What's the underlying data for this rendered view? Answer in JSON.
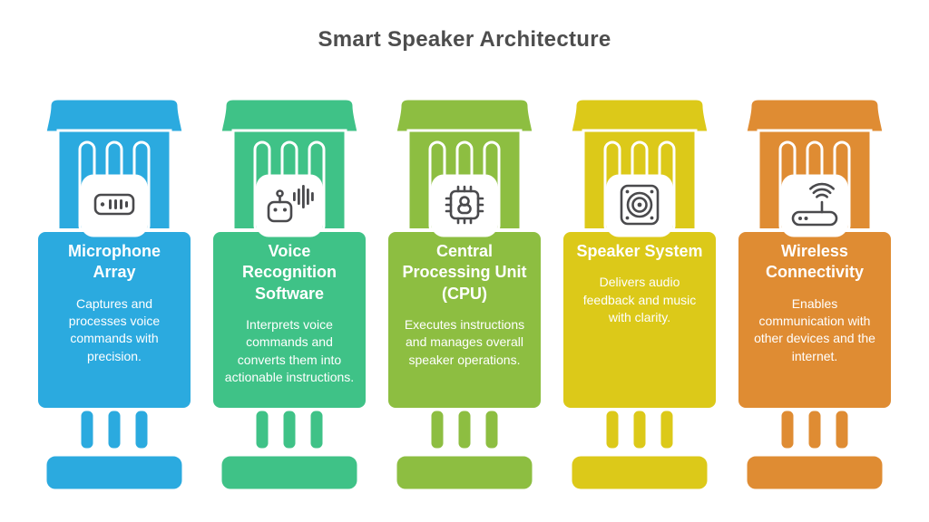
{
  "title": "Smart Speaker Architecture",
  "colors": {
    "title_text": "#4D4D4D",
    "card_text": "#FFFFFF",
    "icon": "#4A4A4D",
    "outline": "#FFFFFF",
    "background": "#FFFFFF"
  },
  "columns": [
    {
      "id": "microphone-array",
      "title": "Microphone Array",
      "description": "Captures and processes voice commands with precision.",
      "color": "#2BAADF",
      "icon": "microphone-array-icon"
    },
    {
      "id": "voice-recognition-software",
      "title": "Voice Recognition Software",
      "description": "Interprets voice commands and converts them into actionable instructions.",
      "color": "#3FC287",
      "icon": "voice-recognition-icon"
    },
    {
      "id": "central-processing-unit",
      "title": "Central Processing Unit (CPU)",
      "description": "Executes instructions and manages overall speaker operations.",
      "color": "#8DBE41",
      "icon": "cpu-chip-icon"
    },
    {
      "id": "speaker-system",
      "title": "Speaker System",
      "description": "Delivers audio feedback and music with clarity.",
      "color": "#DCC919",
      "icon": "speaker-icon"
    },
    {
      "id": "wireless-connectivity",
      "title": "Wireless Connectivity",
      "description": "Enables communication with other devices and the internet.",
      "color": "#DF8C33",
      "icon": "wifi-router-icon"
    }
  ]
}
